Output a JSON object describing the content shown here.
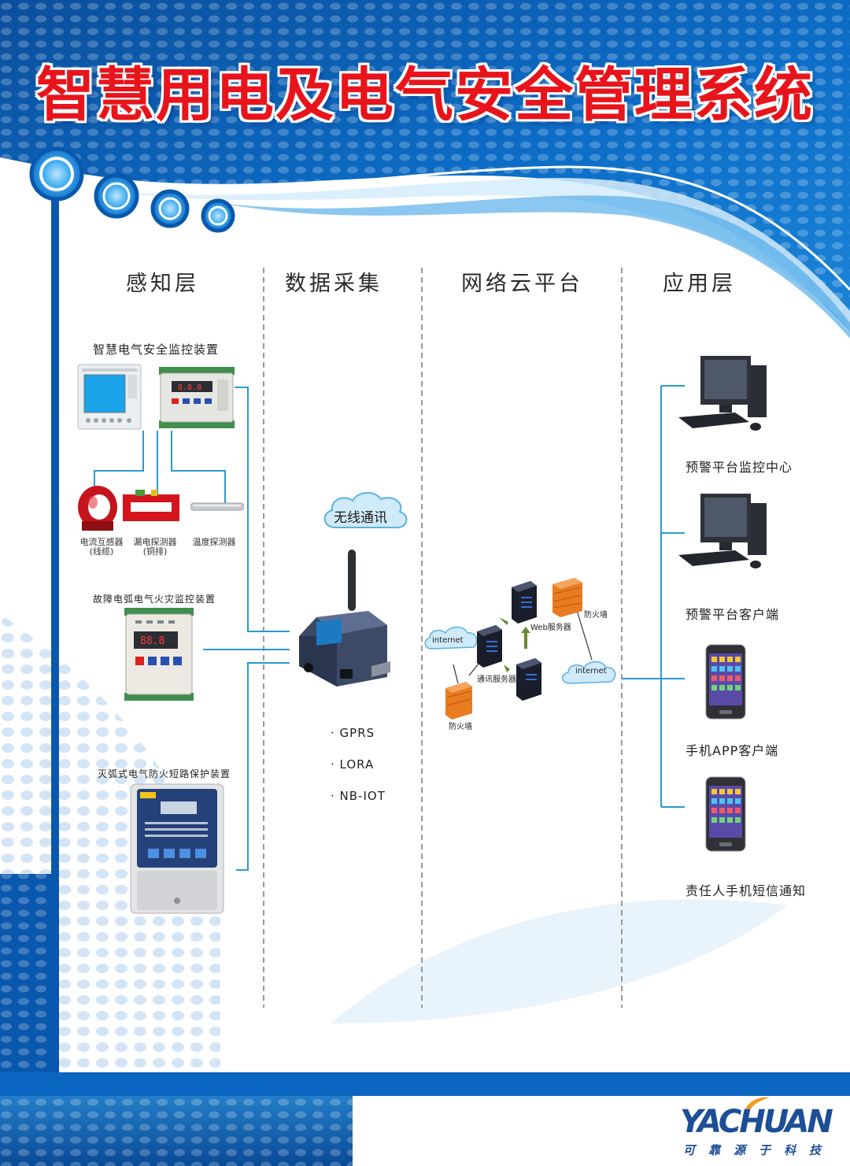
{
  "title": "智慧用电及电气安全管理系统",
  "columns": [
    "感知层",
    "数据采集",
    "网络云平台",
    "应用层"
  ],
  "perception": {
    "device_group_1": "智慧电气安全监控装置",
    "sensors": {
      "current_transformer": "电流互感器",
      "current_transformer_note": "(线缆)",
      "leakage_detector": "漏电探测器",
      "leakage_detector_note": "(铜排)",
      "temperature_detector": "温度探测器"
    },
    "device_group_2": "故障电弧电气火灾监控装置",
    "device_group_3": "灭弧式电气防火短路保护装置"
  },
  "data_collection": {
    "wireless_label": "无线通讯",
    "protocols": [
      "· GPRS",
      "· LORA",
      "· NB-IOT"
    ]
  },
  "cloud": {
    "internet_1": "internet",
    "internet_2": "internet",
    "web_server": "Web服务器",
    "comm_server": "通讯服务器",
    "firewall_1": "防火墙",
    "firewall_2": "防火墙"
  },
  "application": {
    "items": [
      "预警平台监控中心",
      "预警平台客户端",
      "手机APP客户端",
      "责任人手机短信通知"
    ]
  },
  "logo": {
    "brand": "YACHUAN",
    "tagline": "可靠源于科技"
  },
  "colors": {
    "primary_blue": "#0a58ad",
    "title_red": "#e8141c",
    "line_blue": "#2a9ad2"
  }
}
